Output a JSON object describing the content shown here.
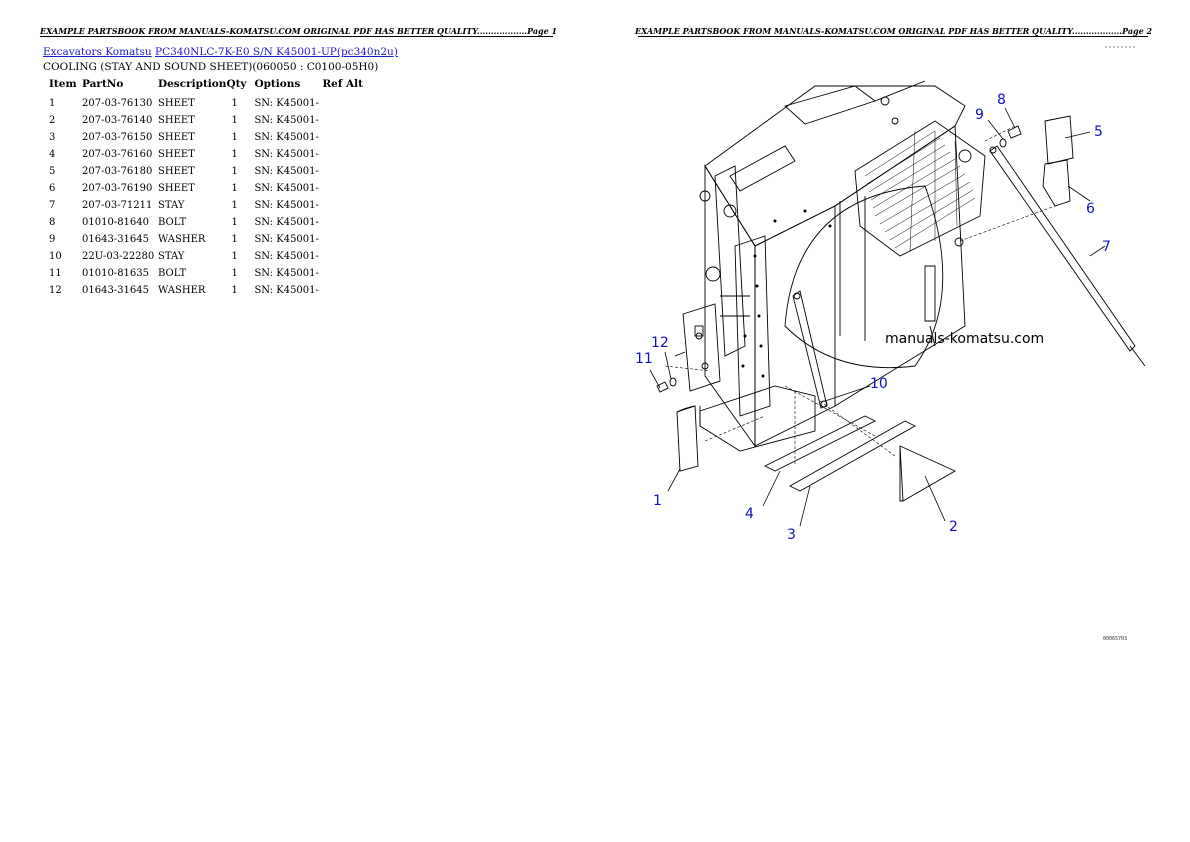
{
  "header_text_left": "EXAMPLE PARTSBOOK FROM MANUALS-KOMATSU.COM ORIGINAL PDF HAS BETTER QUALITY..................Page 1",
  "header_text_right": "EXAMPLE PARTSBOOK FROM MANUALS-KOMATSU.COM ORIGINAL PDF HAS BETTER QUALITY..................Page 2",
  "breadcrumb": {
    "category": "Excavators Komatsu",
    "model": "PC340NLC-7K-E0 S/N K45001-UP(pc340n2u)"
  },
  "subtitle": "COOLING (STAY AND SOUND SHEET)(060050 : C0100-05H0)",
  "table": {
    "headers": {
      "item": "Item",
      "partno": "PartNo",
      "description": "Description",
      "qty": "Qty",
      "options": "Options",
      "refalt": "Ref Alt"
    },
    "rows": [
      {
        "item": "1",
        "partno": "207-03-76130",
        "description": "SHEET",
        "qty": "1",
        "options": "SN: K45001-"
      },
      {
        "item": "2",
        "partno": "207-03-76140",
        "description": "SHEET",
        "qty": "1",
        "options": "SN: K45001-"
      },
      {
        "item": "3",
        "partno": "207-03-76150",
        "description": "SHEET",
        "qty": "1",
        "options": "SN: K45001-"
      },
      {
        "item": "4",
        "partno": "207-03-76160",
        "description": "SHEET",
        "qty": "1",
        "options": "SN: K45001-"
      },
      {
        "item": "5",
        "partno": "207-03-76180",
        "description": "SHEET",
        "qty": "1",
        "options": "SN: K45001-"
      },
      {
        "item": "6",
        "partno": "207-03-76190",
        "description": "SHEET",
        "qty": "1",
        "options": "SN: K45001-"
      },
      {
        "item": "7",
        "partno": "207-03-71211",
        "description": "STAY",
        "qty": "1",
        "options": "SN: K45001-"
      },
      {
        "item": "8",
        "partno": "01010-81640",
        "description": "BOLT",
        "qty": "1",
        "options": "SN: K45001-"
      },
      {
        "item": "9",
        "partno": "01643-31645",
        "description": "WASHER",
        "qty": "1",
        "options": "SN: K45001-"
      },
      {
        "item": "10",
        "partno": "22U-03-22280",
        "description": "STAY",
        "qty": "1",
        "options": "SN: K45001-"
      },
      {
        "item": "11",
        "partno": "01010-81635",
        "description": "BOLT",
        "qty": "1",
        "options": "SN: K45001-"
      },
      {
        "item": "12",
        "partno": "01643-31645",
        "description": "WASHER",
        "qty": "1",
        "options": "SN: K45001-"
      }
    ]
  },
  "diagram": {
    "watermark": "manuals-komatsu.com",
    "callouts": [
      "1",
      "2",
      "3",
      "4",
      "5",
      "6",
      "7",
      "8",
      "9",
      "10",
      "11",
      "12"
    ],
    "callout_color": "#1010c8",
    "figure_code": "00065703"
  },
  "colors": {
    "link": "#1a1acc"
  }
}
